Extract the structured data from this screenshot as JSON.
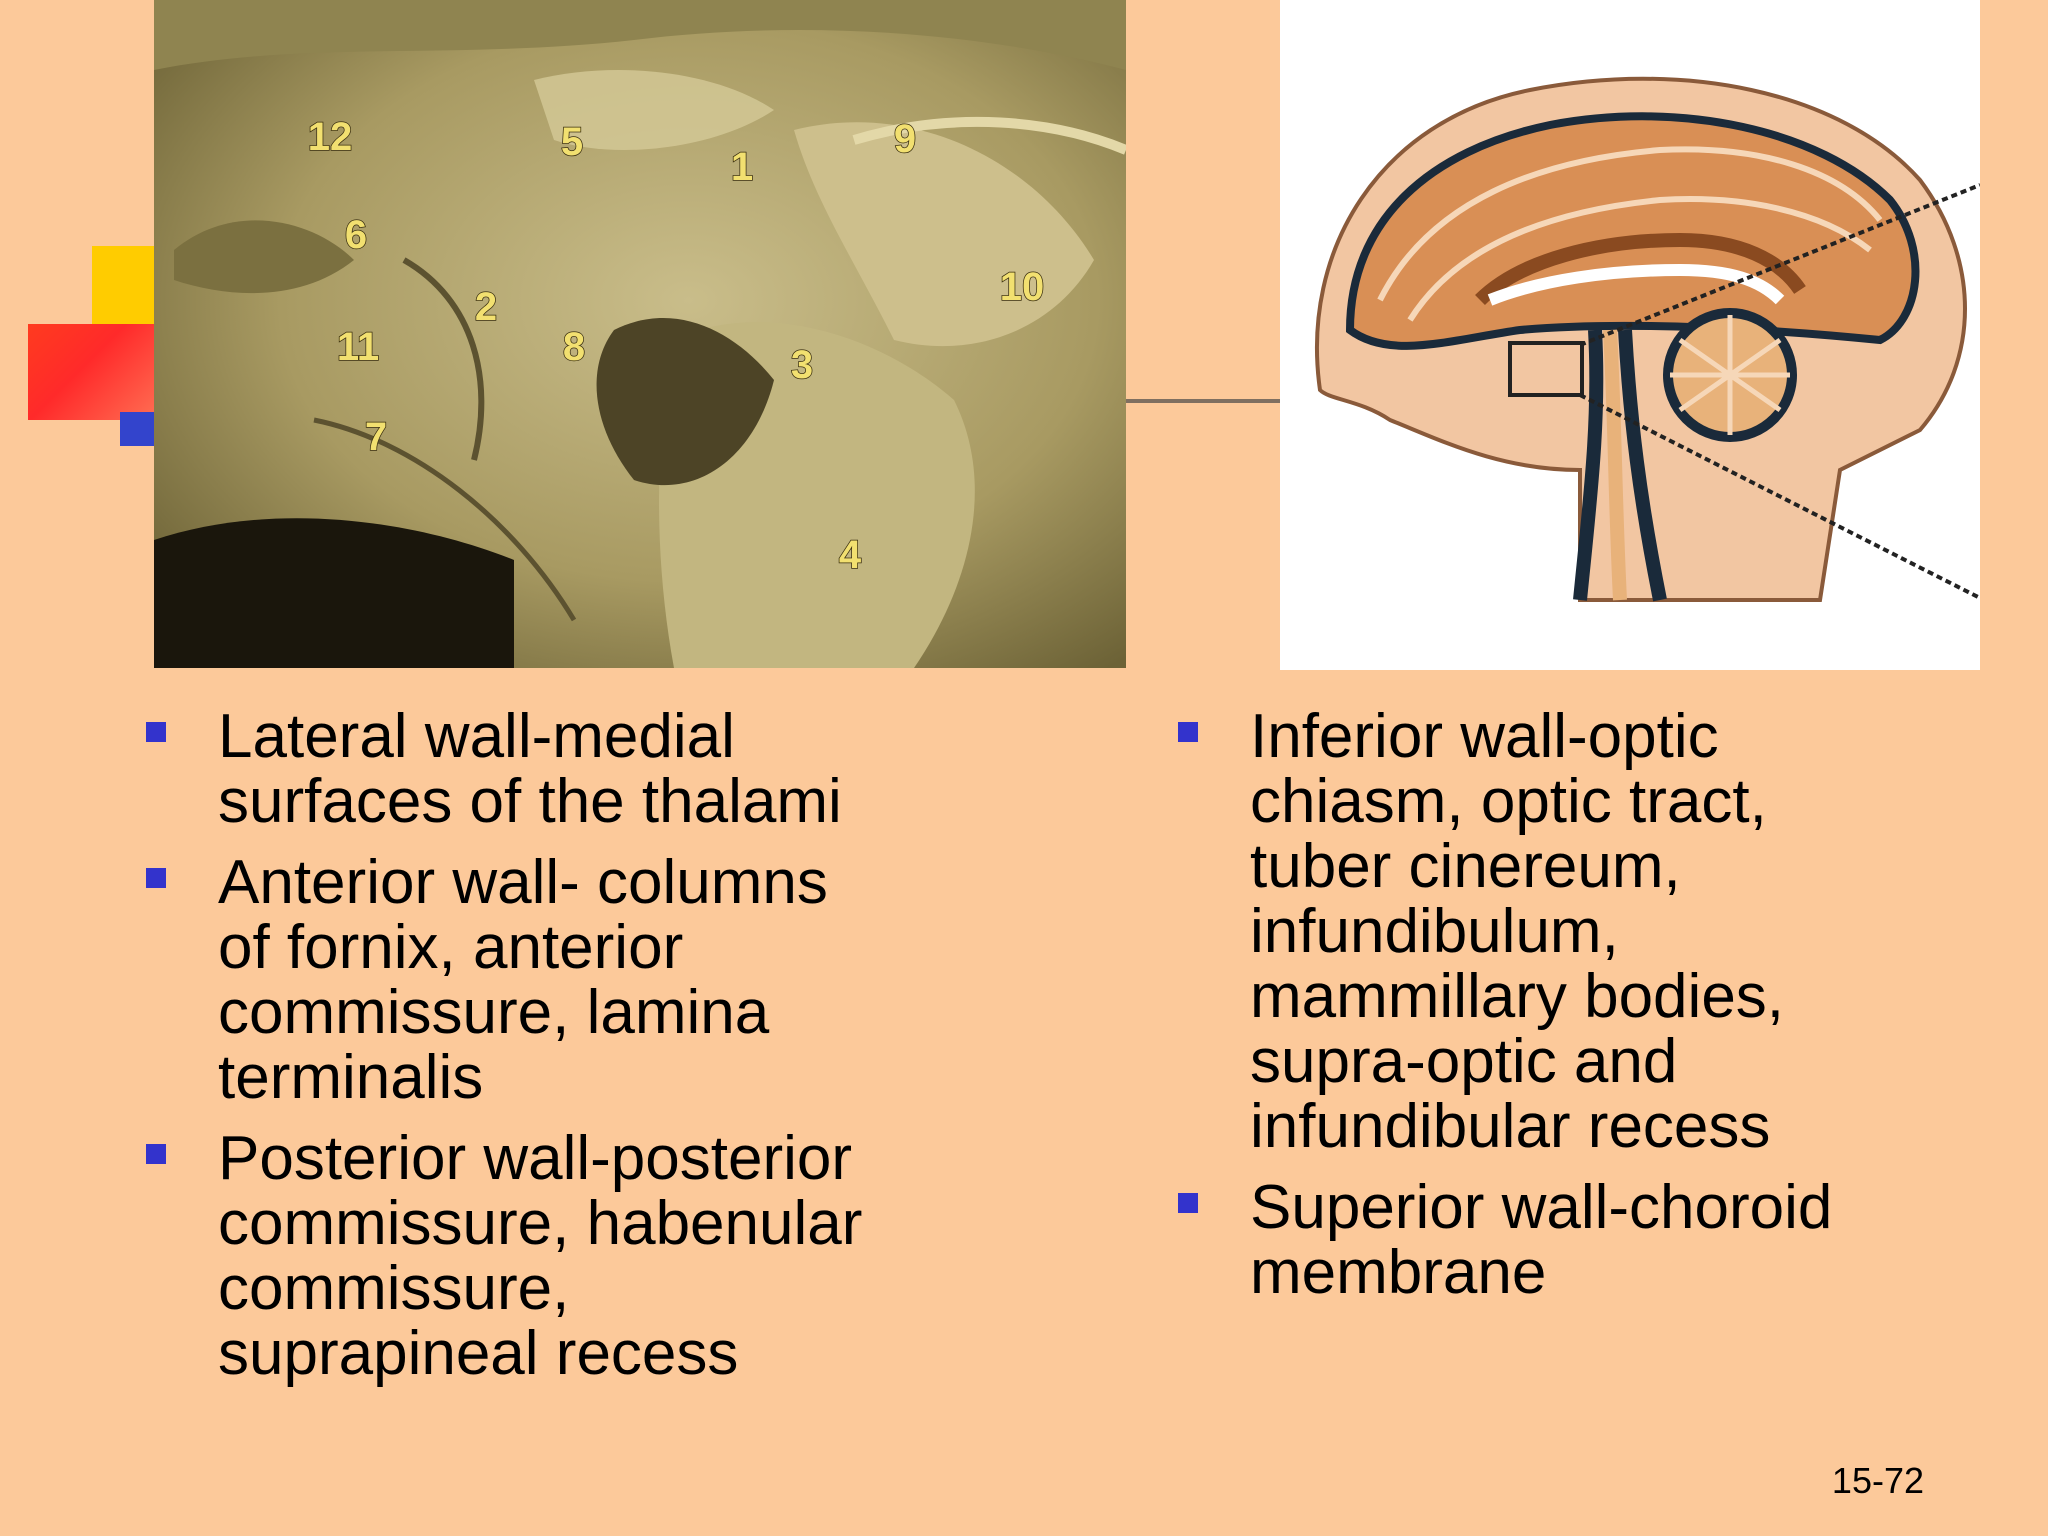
{
  "slide": {
    "page_number": "15-72",
    "left_bullets": [
      {
        "text": "Lateral wall-medial\nsurfaces of the thalami"
      },
      {
        "text": "Anterior wall- columns\nof fornix, anterior\ncommissure, lamina\nterminalis"
      },
      {
        "text": "Posterior wall-posterior\ncommissure, habenular\ncommissure,\nsuprapineal recess"
      }
    ],
    "right_bullets": [
      {
        "text": "Inferior wall-optic\nchiasm, optic tract,\ntuber cinereum,\ninfundibulum,\nmammillary bodies,\nsupra-optic and\ninfundibular recess"
      },
      {
        "text": "Superior wall-choroid\nmembrane"
      }
    ]
  },
  "photo_labels": [
    "12",
    "5",
    "1",
    "9",
    "6",
    "10",
    "2",
    "11",
    "8",
    "3",
    "7",
    "4"
  ],
  "colors": {
    "background": "#FCC99A",
    "bullet": "#3333cc",
    "label_fill": "#f2e070"
  }
}
